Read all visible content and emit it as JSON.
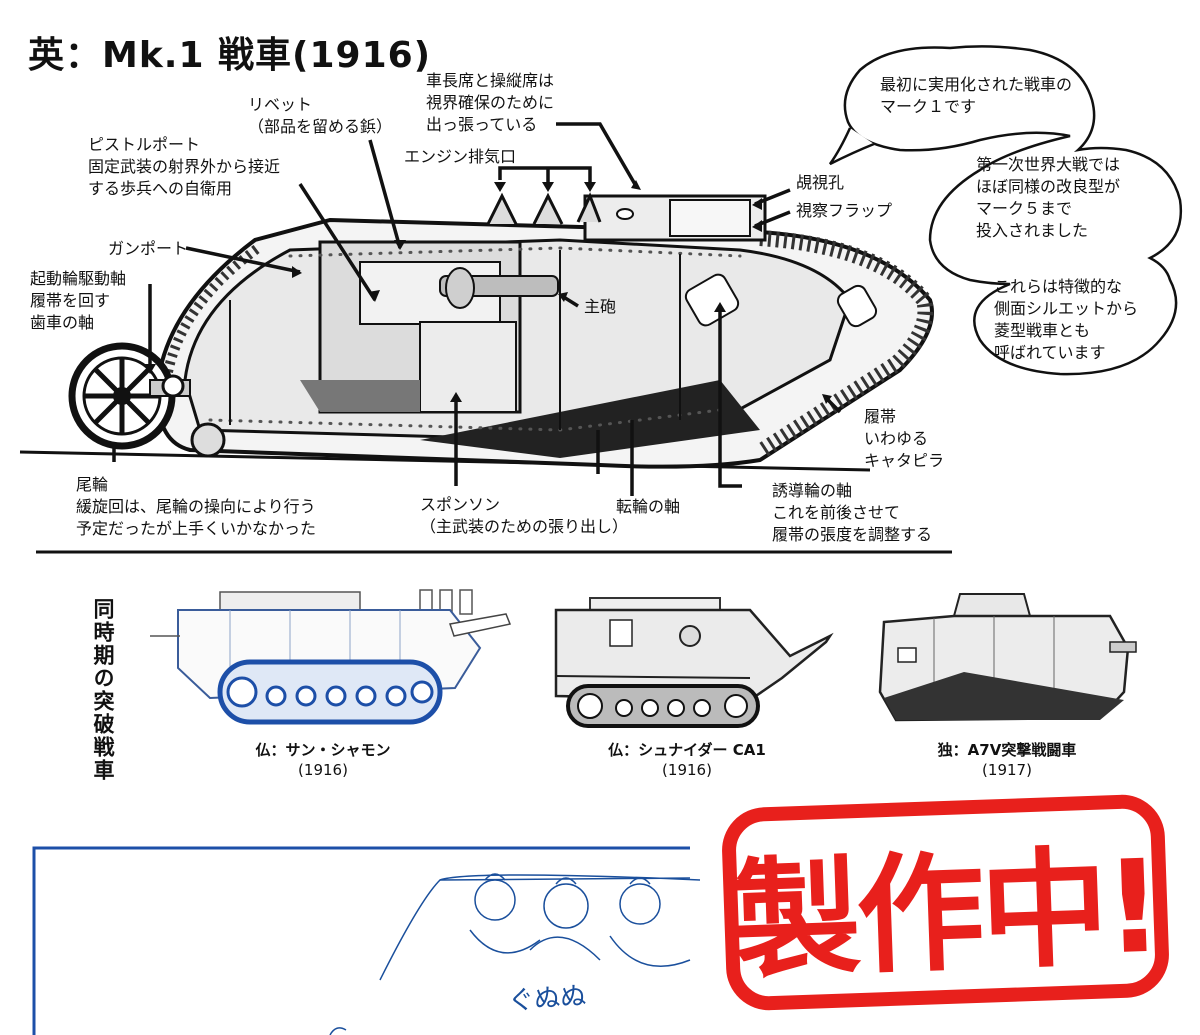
{
  "title": "英：Mk.1 戦車(1916)",
  "labels": {
    "commander": [
      "車長席と操縦席は",
      "視界確保のために",
      "出っ張っている"
    ],
    "rivet": [
      "リベット",
      "（部品を留める鋲）"
    ],
    "pistol_port": [
      "ピストルポート",
      "固定武装の射界外から接近",
      "する歩兵への自衛用"
    ],
    "exhaust": "エンジン排気口",
    "view_hole": "覘視孔",
    "view_flap": "視察フラップ",
    "gun_port": "ガンポート",
    "drive_wheel": [
      "起動輪駆動軸",
      "履帯を回す",
      "歯車の軸"
    ],
    "main_gun": "主砲",
    "track": [
      "履帯",
      "いわゆる",
      "キャタピラ"
    ],
    "tail_wheel": [
      "尾輪",
      "緩旋回は、尾輪の操向により行う",
      "予定だったが上手くいかなかった"
    ],
    "sponson": [
      "スポンソン",
      "（主武装のための張り出し）"
    ],
    "road_wheel": "転輪の軸",
    "idler": [
      "誘導輪の軸",
      "これを前後させて",
      "履帯の張度を調整する"
    ]
  },
  "bubble": {
    "p1": [
      "最初に実用化された戦車の",
      "マーク１です"
    ],
    "p2": [
      "第一次世界大戦では",
      "ほぼ同様の改良型が",
      "マーク５まで",
      "投入されました"
    ],
    "p3": [
      "これらは特徴的な",
      "側面シルエットから",
      "菱型戦車とも",
      "呼ばれています"
    ]
  },
  "side_heading": "同時期の突破戦車",
  "tanks": [
    {
      "name": "仏：サン・シャモン",
      "year": "(1916)"
    },
    {
      "name": "仏：シュナイダー CA1",
      "year": "(1916)"
    },
    {
      "name": "独：A7V突撃戦闘車",
      "year": "(1917)"
    }
  ],
  "stamp": "製作中!",
  "sketch_text": "ぐぬぬ",
  "colors": {
    "stamp": "#e8201c",
    "sketch": "#1a4f9c",
    "accent_blue": "#1d4fa8"
  }
}
